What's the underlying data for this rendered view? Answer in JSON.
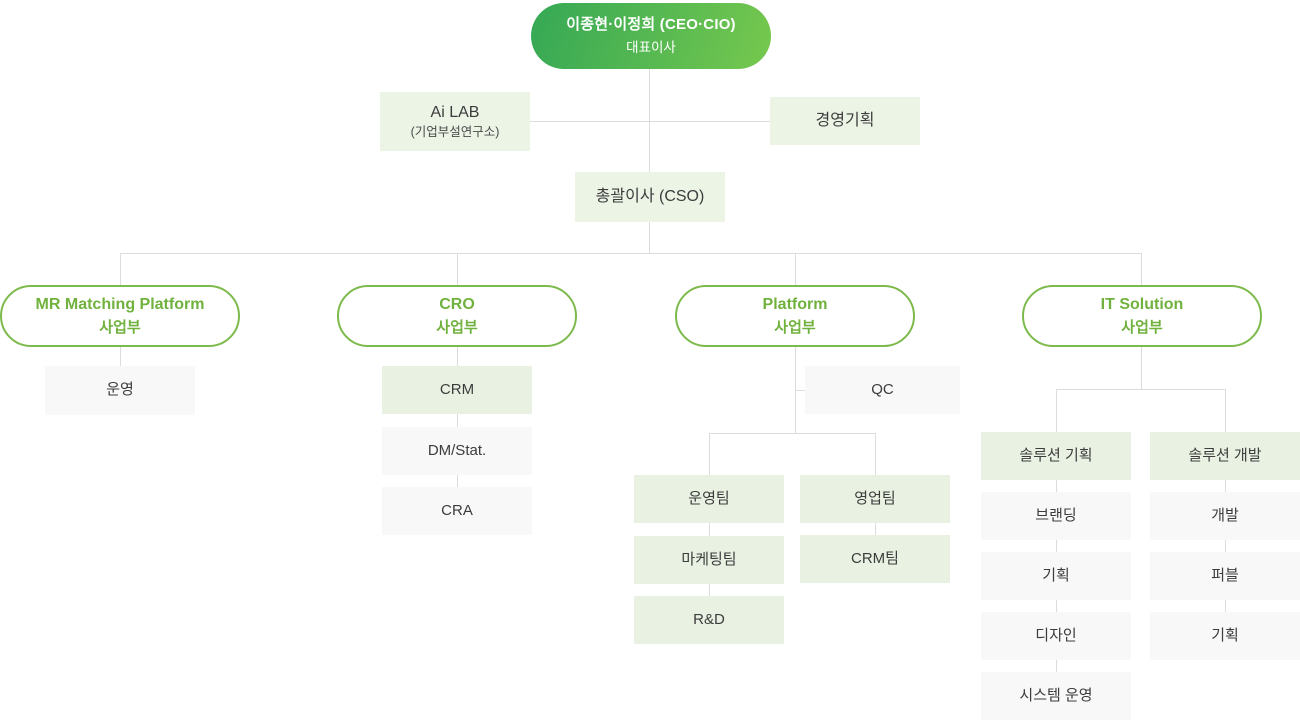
{
  "chart": {
    "ceo": {
      "title": "이종현·이정희 (CEO·CIO)",
      "subtitle": "대표이사"
    },
    "staff": {
      "ai_lab": {
        "title": "Ai LAB",
        "subtitle": "(기업부설연구소)"
      },
      "management_planning": {
        "title": "경영기획"
      }
    },
    "cso": {
      "title": "총괄이사 (CSO)"
    },
    "divisions": {
      "mr": {
        "title": "MR Matching Platform",
        "subtitle": "사업부"
      },
      "cro": {
        "title": "CRO",
        "subtitle": "사업부"
      },
      "platform": {
        "title": "Platform",
        "subtitle": "사업부"
      },
      "it": {
        "title": "IT Solution",
        "subtitle": "사업부"
      }
    },
    "teams": {
      "mr_ops": "운영",
      "crm": "CRM",
      "dm_stat": "DM/Stat.",
      "cra": "CRA",
      "qc": "QC",
      "ops_team": "운영팀",
      "marketing_team": "마케팅팀",
      "rnd": "R&D",
      "sales_team": "영업팀",
      "crm_team": "CRM팀",
      "solution_planning": "솔루션 기획",
      "branding": "브랜딩",
      "planning_left": "기획",
      "design": "디자인",
      "system_ops": "시스템 운영",
      "solution_dev": "솔루션 개발",
      "dev": "개발",
      "publishing": "퍼블",
      "planning_right": "기획"
    },
    "colors": {
      "pill_gradient_start": "#35a855",
      "pill_gradient_end": "#76c84e",
      "staff_box_bg": "#ecf4e6",
      "team_box_bg": "#e9f2e2",
      "gray_box_bg": "#f8f8f8",
      "oval_border": "#7dba4c",
      "oval_text": "#70b23d",
      "connector": "#dcdcdc",
      "box_text": "#3c3c3c"
    }
  }
}
